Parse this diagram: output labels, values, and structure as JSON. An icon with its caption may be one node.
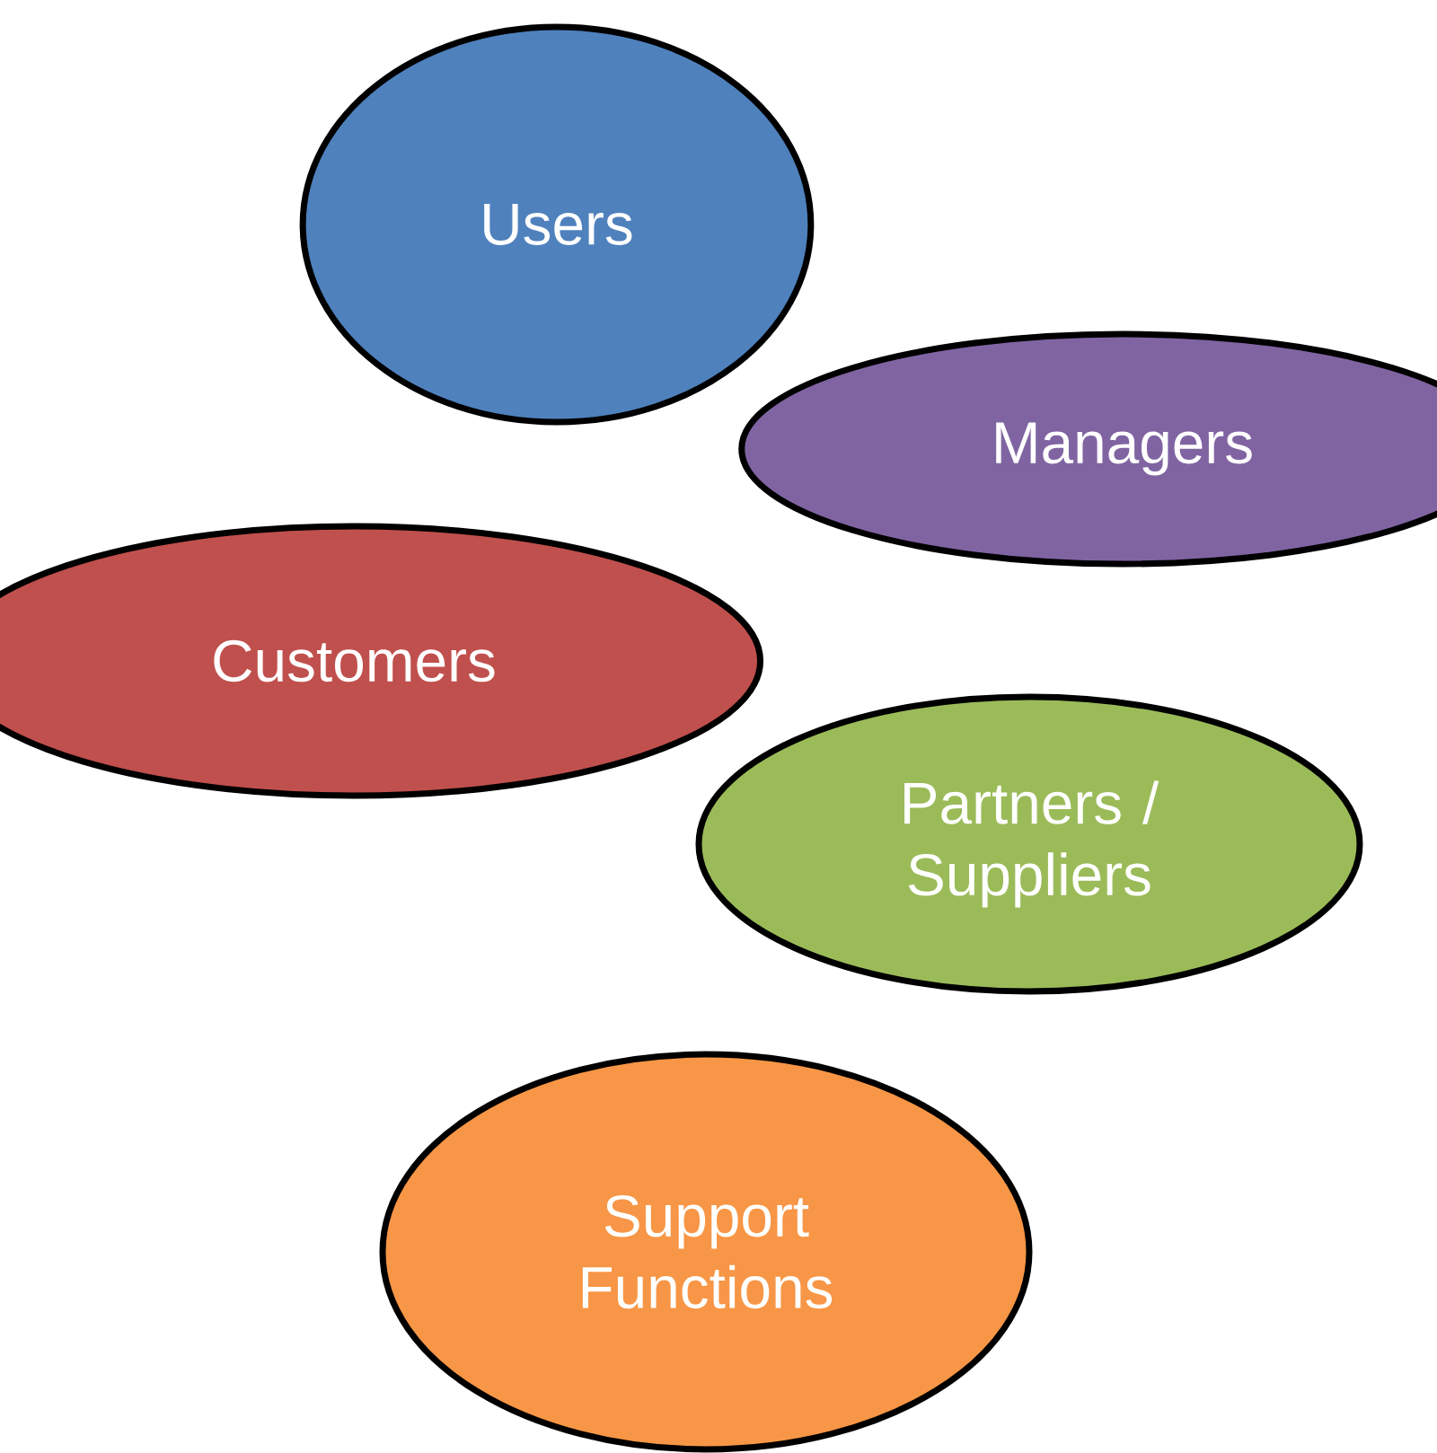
{
  "diagram": {
    "nodes": [
      {
        "text": [
          "Users"
        ]
      },
      {
        "text": [
          "Managers"
        ]
      },
      {
        "text": [
          "Customers"
        ]
      },
      {
        "text": [
          "Partners / Suppliers"
        ]
      },
      {
        "text": [
          "Support Functions"
        ]
      }
    ]
  }
}
